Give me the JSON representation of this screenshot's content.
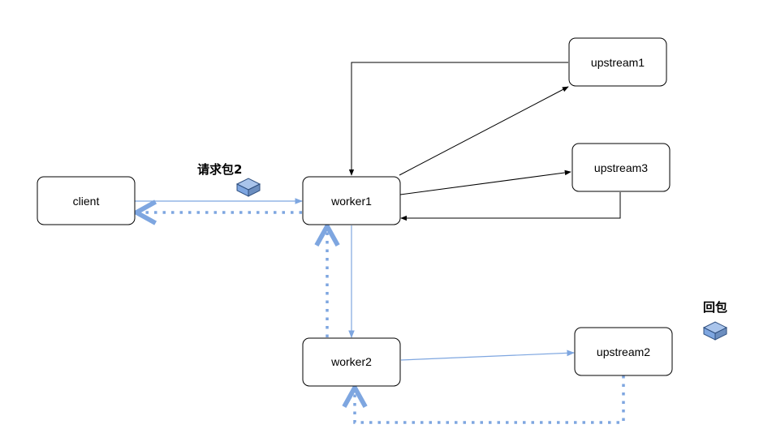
{
  "nodes": {
    "client": "client",
    "worker1": "worker1",
    "worker2": "worker2",
    "upstream1": "upstream1",
    "upstream2": "upstream2",
    "upstream3": "upstream3"
  },
  "packets": {
    "request": "请求包2",
    "response": "回包"
  },
  "colors": {
    "black_line": "#000000",
    "blue_line": "#7ea6e0",
    "packet_top": "#a9c4eb",
    "packet_side": "#6c8ebf",
    "packet_stroke": "#2f4f7f"
  }
}
